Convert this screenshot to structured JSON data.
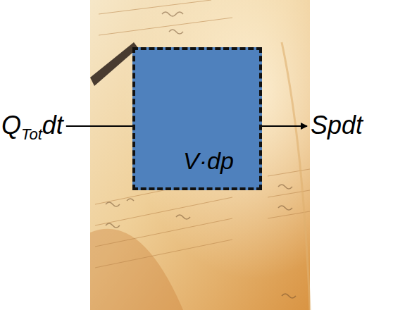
{
  "diagram": {
    "nodes": [
      {
        "text": [
          "V·dp"
        ]
      }
    ],
    "labels": [
      "Q",
      "Tot",
      "dt",
      "Spdt"
    ]
  }
}
